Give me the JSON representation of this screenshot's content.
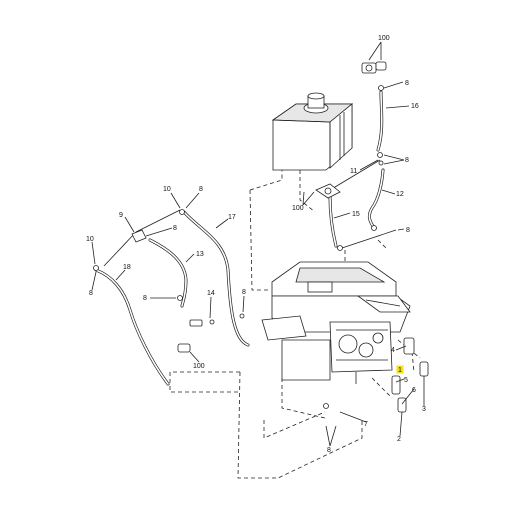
{
  "callouts": [
    {
      "id": "c100a",
      "text": "100"
    },
    {
      "id": "c8a",
      "text": "8"
    },
    {
      "id": "c16",
      "text": "16"
    },
    {
      "id": "c8b",
      "text": "8"
    },
    {
      "id": "c11",
      "text": "11"
    },
    {
      "id": "c12",
      "text": "12"
    },
    {
      "id": "c100b",
      "text": "100"
    },
    {
      "id": "c15",
      "text": "15"
    },
    {
      "id": "c8c",
      "text": "8"
    },
    {
      "id": "c10a",
      "text": "10"
    },
    {
      "id": "c8d",
      "text": "8"
    },
    {
      "id": "c17",
      "text": "17"
    },
    {
      "id": "c9",
      "text": "9"
    },
    {
      "id": "c8e",
      "text": "8"
    },
    {
      "id": "c13",
      "text": "13"
    },
    {
      "id": "c10b",
      "text": "10"
    },
    {
      "id": "c18",
      "text": "18"
    },
    {
      "id": "c8f",
      "text": "8"
    },
    {
      "id": "c8g",
      "text": "8"
    },
    {
      "id": "c14",
      "text": "14"
    },
    {
      "id": "c8h",
      "text": "8"
    },
    {
      "id": "c100c",
      "text": "100"
    },
    {
      "id": "c4",
      "text": "4"
    },
    {
      "id": "c1",
      "text": "1"
    },
    {
      "id": "c5",
      "text": "5"
    },
    {
      "id": "c6",
      "text": "6"
    },
    {
      "id": "c3",
      "text": "3"
    },
    {
      "id": "c2",
      "text": "2"
    },
    {
      "id": "c7",
      "text": "7"
    },
    {
      "id": "c8i",
      "text": "8"
    }
  ],
  "highlight_color": "#f5e11b"
}
